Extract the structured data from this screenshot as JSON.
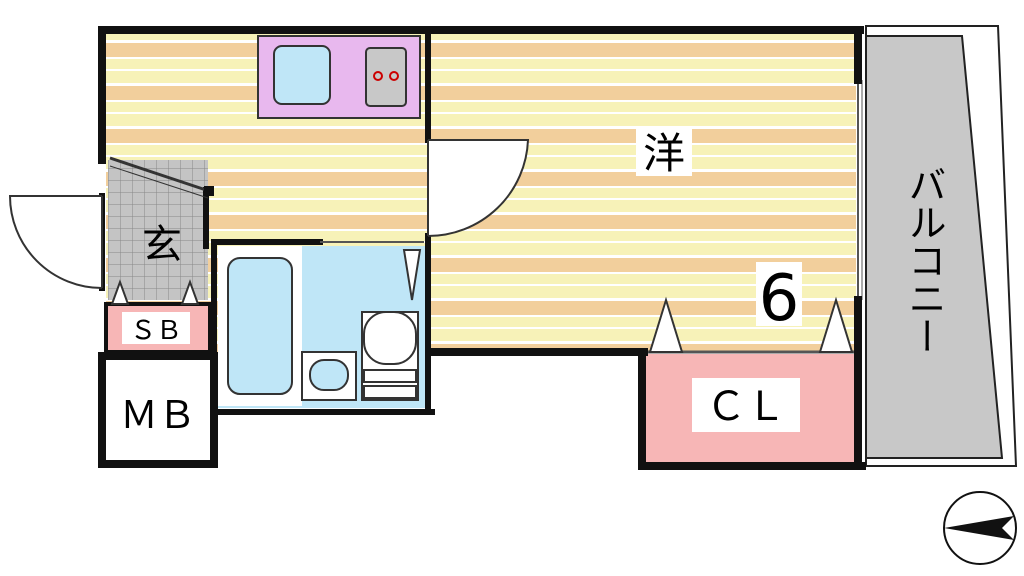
{
  "rooms": {
    "western_room": {
      "label": "洋",
      "size": "6"
    },
    "entrance": {
      "label": "玄"
    },
    "shoe_box": {
      "label": "ＳＢ"
    },
    "meter_box": {
      "label": "ＭＢ"
    },
    "closet": {
      "label": "ＣＬ"
    },
    "balcony": {
      "label": "バルコニー"
    }
  },
  "icons": [
    "stove-burners-icon",
    "sink-icon",
    "bathtub-icon",
    "toilet-icon",
    "washbasin-icon",
    "compass-icon"
  ],
  "colors": {
    "floor_stripe_a": "#f2cf9c",
    "floor_stripe_b": "#f7f2b8",
    "floor_stripe_c": "#ffffff",
    "kitchen": "#e8b8ee",
    "bathroom": "#bfe6f7",
    "storage_pink": "#f7b6b6",
    "balcony": "#c8c8c8",
    "wall": "#111111",
    "entrance_tile": "#c8c8c8"
  }
}
